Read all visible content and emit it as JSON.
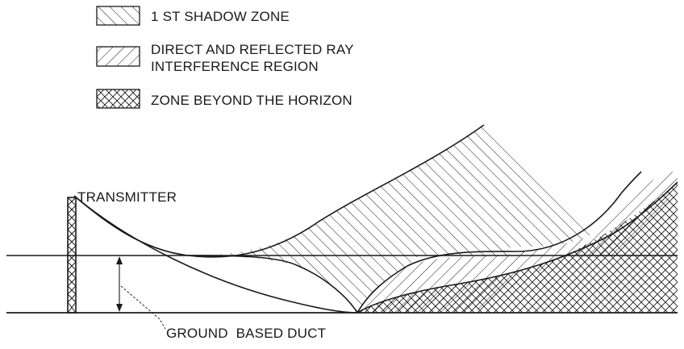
{
  "legend": {
    "items": [
      {
        "key": "shadow",
        "lines": [
          "1 ST SHADOW ZONE"
        ],
        "hatch": "diagonal-backslash"
      },
      {
        "key": "interference",
        "lines": [
          "DIRECT AND REFLECTED RAY",
          "INTERFERENCE REGION"
        ],
        "hatch": "diagonal-slash"
      },
      {
        "key": "horizon",
        "lines": [
          "ZONE BEYOND THE HORIZON"
        ],
        "hatch": "cross-hatch"
      }
    ]
  },
  "labels": {
    "transmitter": "TRANSMITTER",
    "duct": "GROUND  BASED DUCT"
  },
  "colors": {
    "ink": "#1a1a1a",
    "background": "#ffffff"
  }
}
